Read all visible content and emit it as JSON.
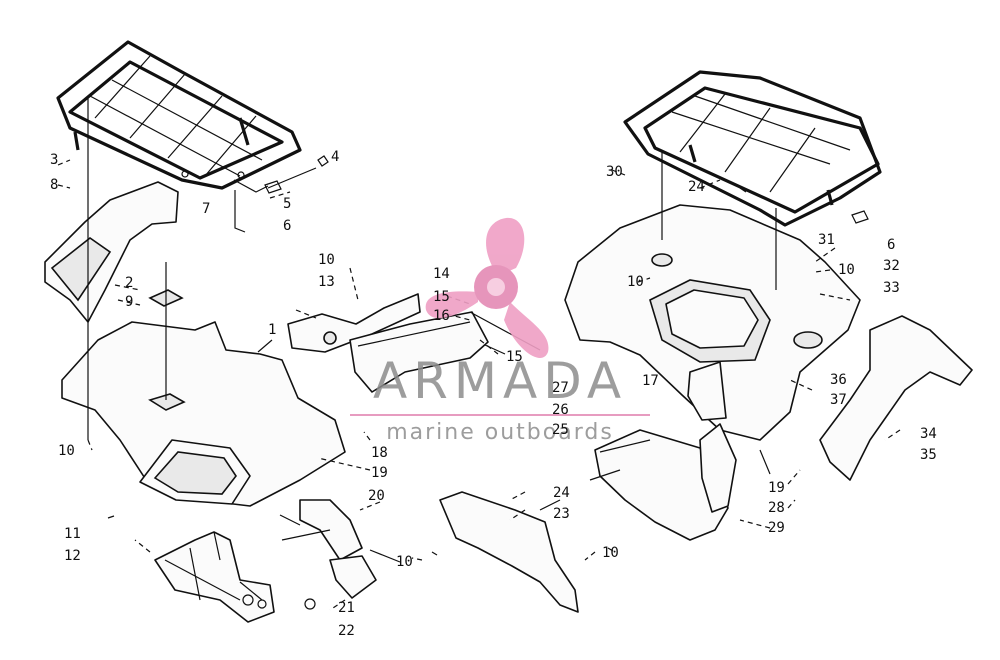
{
  "watermark": {
    "brand": "ARMADA",
    "tagline": "marine outboards",
    "accent_color": "#e48ab4",
    "text_color": "#8c8c8c"
  },
  "callouts": [
    "3",
    "8",
    "7",
    "4",
    "5",
    "6",
    "2",
    "9",
    "1",
    "10",
    "11",
    "12",
    "10",
    "13",
    "14",
    "15",
    "16",
    "15",
    "18",
    "19",
    "20",
    "21",
    "22",
    "10",
    "24",
    "23",
    "10",
    "27",
    "26",
    "25",
    "17",
    "30",
    "24",
    "31",
    "10",
    "6",
    "32",
    "10",
    "33",
    "36",
    "37",
    "34",
    "35",
    "19",
    "28",
    "29"
  ]
}
